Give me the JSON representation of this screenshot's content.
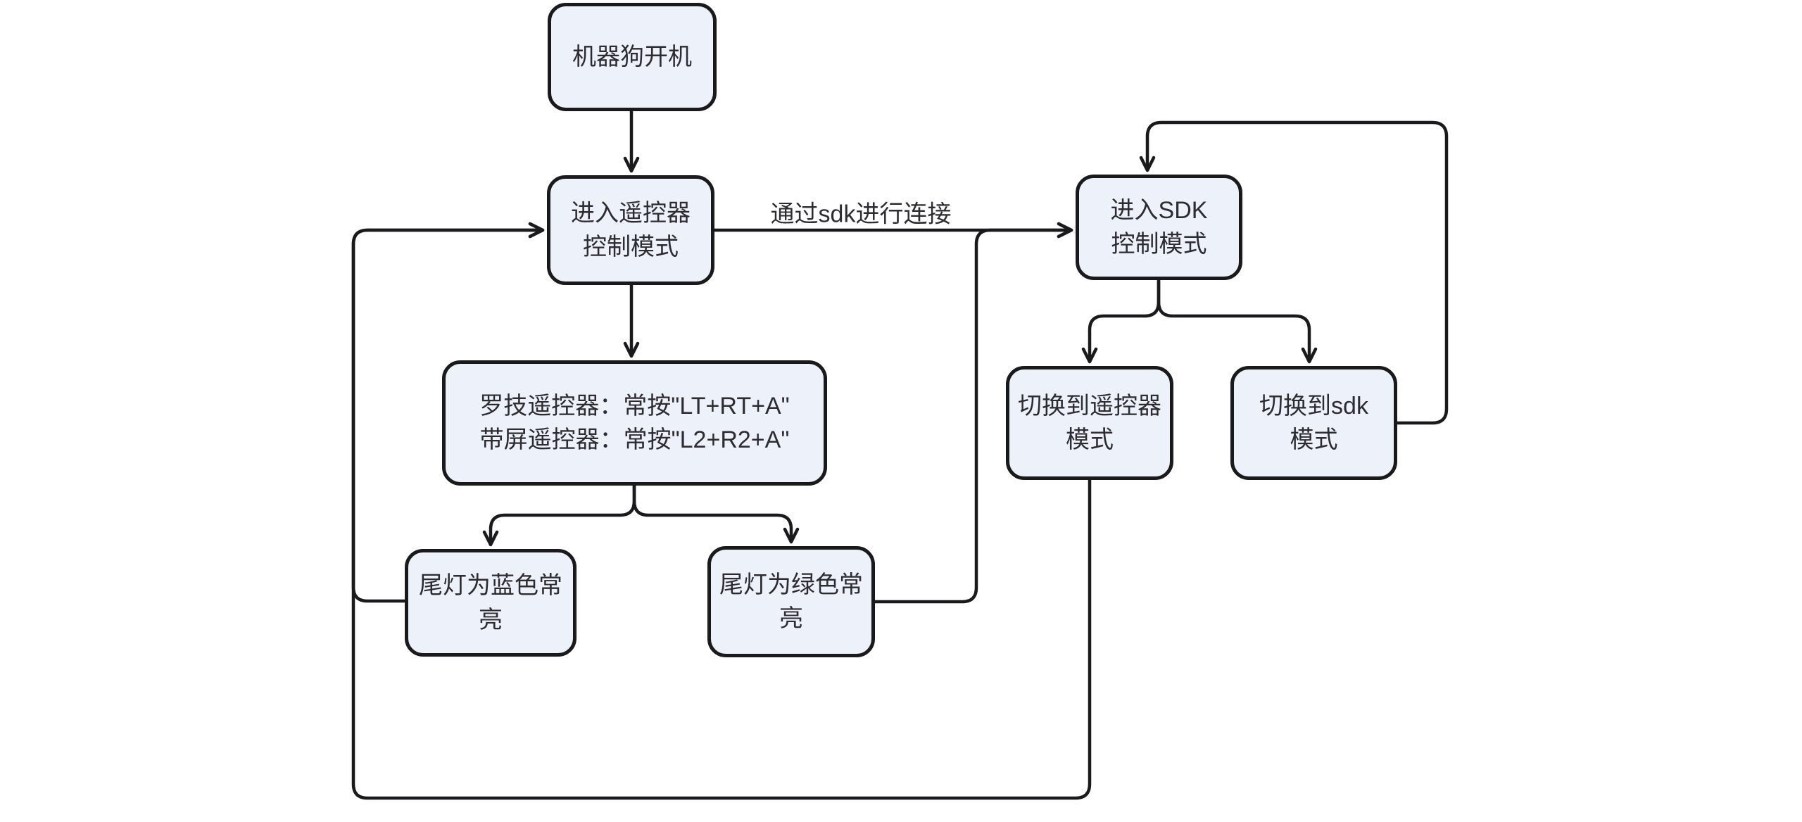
{
  "diagram": {
    "colors": {
      "background": "#FFFFFF",
      "node_fill": "#ECF1FA",
      "node_border": "#1A1A1C",
      "edge": "#1A1A1C",
      "text": "#2C2C31"
    },
    "nodes": {
      "power_on": {
        "label": "机器狗开机"
      },
      "remote_mode": {
        "label": "进入遥控器\n控制模式"
      },
      "sdk_mode": {
        "label": "进入SDK\n控制模式"
      },
      "long_press": {
        "label": "罗技遥控器：常按\"LT+RT+A\"\n带屏遥控器：常按\"L2+R2+A\""
      },
      "switch_remote": {
        "label": "切换到遥控器\n模式"
      },
      "switch_sdk": {
        "label": "切换到sdk\n模式"
      },
      "tail_blue": {
        "label": "尾灯为蓝色常亮"
      },
      "tail_green": {
        "label": "尾灯为绿色常亮"
      }
    },
    "edge_labels": {
      "sdk_connect": "通过sdk进行连接"
    }
  }
}
